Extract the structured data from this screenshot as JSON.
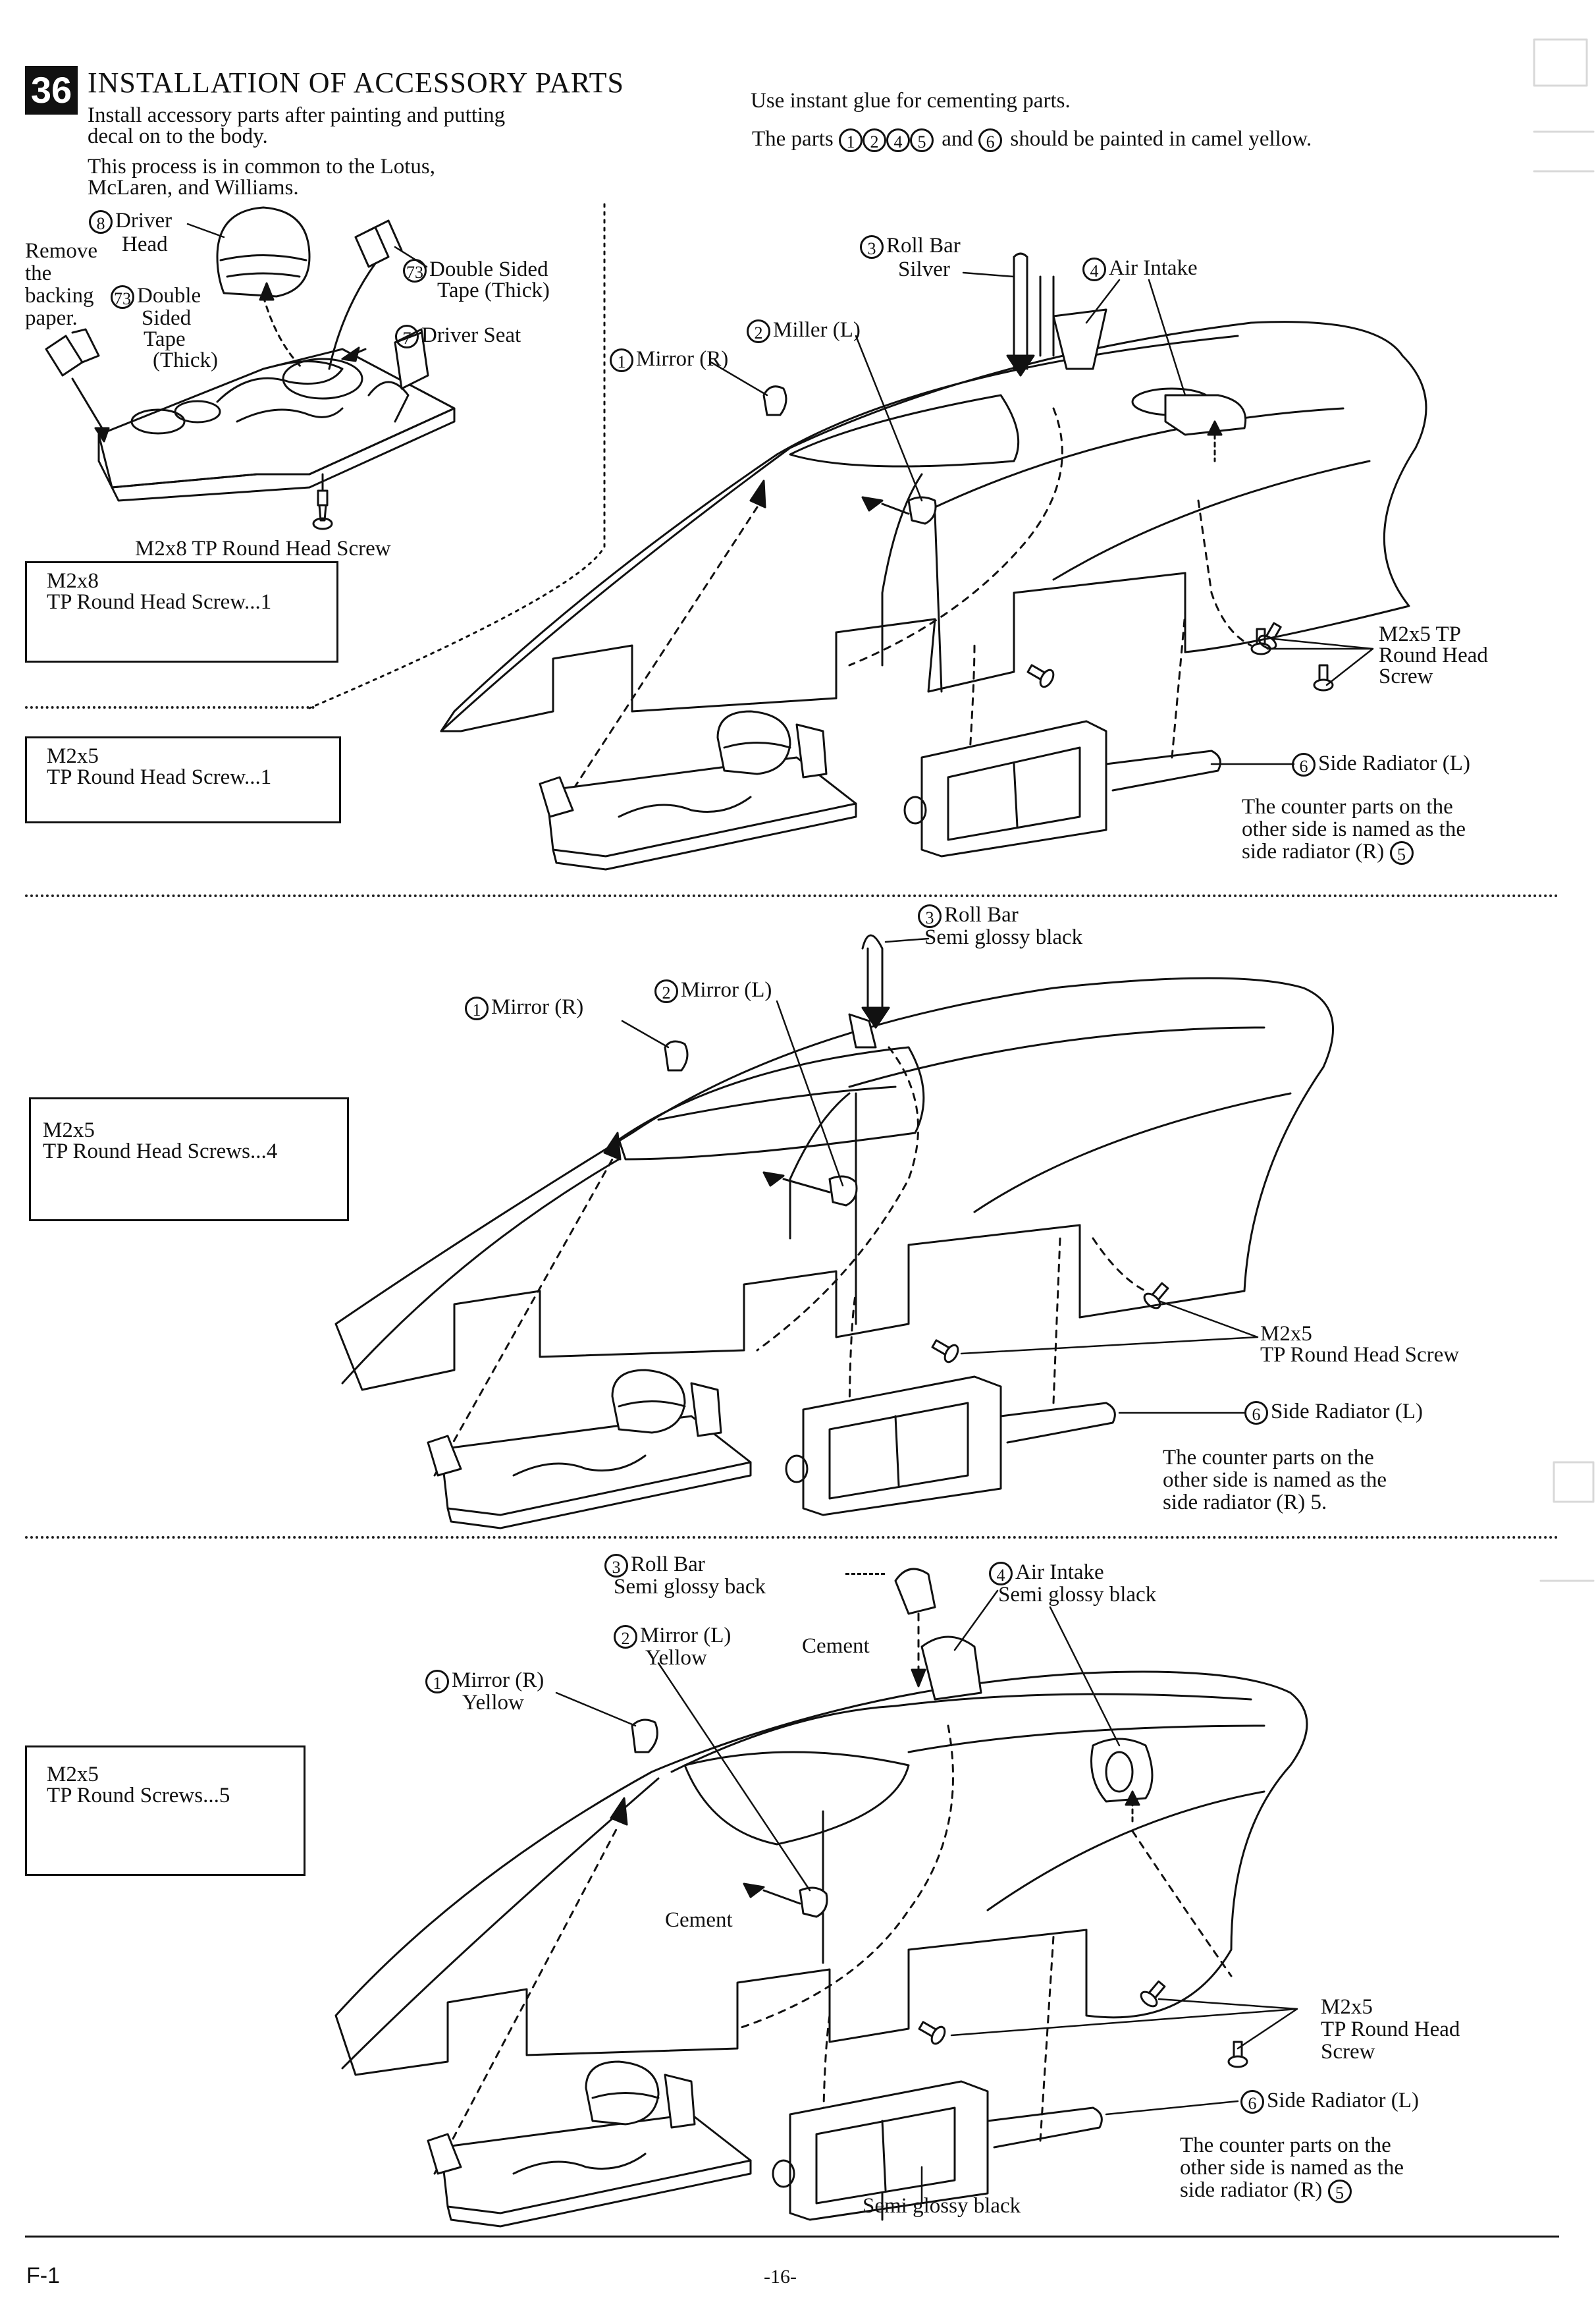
{
  "header": {
    "step_number": "36",
    "title": "INSTALLATION OF ACCESSORY PARTS",
    "intro_line1": "Install accessory parts after painting and putting",
    "intro_line2": "decal on to the body.",
    "common_line1": "This process is in common to the Lotus,",
    "common_line2": "McLaren, and Williams.",
    "glue_note": "Use instant glue for cementing parts.",
    "paint_note_pre": "The parts",
    "paint_note_parts": [
      "1",
      "2",
      "4",
      "5"
    ],
    "paint_note_and": "and",
    "paint_note_last": "6",
    "paint_note_post": "should be painted in camel yellow."
  },
  "driver_assembly": {
    "driver_head_num": "8",
    "driver_head_label1": "Driver",
    "driver_head_label2": "Head",
    "remove_backing": [
      "Remove",
      "the",
      "backing",
      "paper."
    ],
    "tape_left_num": "73",
    "tape_left_label": [
      "Double",
      "Sided",
      "Tape",
      "(Thick)"
    ],
    "tape_right_num": "73",
    "tape_right_label1": "Double Sided",
    "tape_right_label2": "Tape (Thick)",
    "seat_num": "7",
    "seat_label": "Driver Seat",
    "screw_label": "M2x8 TP Round Head Screw"
  },
  "screw_boxes": [
    {
      "line1": "M2x8",
      "line2": "TP Round Head Screw...1"
    },
    {
      "line1": "M2x5",
      "line2": "TP Round Head Screw...1"
    },
    {
      "line1": "M2x5",
      "line2": "TP Round Head Screws...4"
    },
    {
      "line1": "M2x5",
      "line2": "TP Round Screws...5"
    }
  ],
  "panel1": {
    "roll_bar_num": "3",
    "roll_bar_label": "Roll Bar",
    "roll_bar_color": "Silver",
    "air_intake_num": "4",
    "air_intake_label": "Air Intake",
    "miller_num": "2",
    "miller_label": "Miller (L)",
    "mirror_num": "1",
    "mirror_label": "Mirror (R)",
    "screw_label1": "M2x5 TP",
    "screw_label2": "Round Head",
    "screw_label3": "Screw",
    "radiator_num": "6",
    "radiator_label": "Side Radiator (L)",
    "counter1": "The counter parts on the",
    "counter2": "other side is named as the",
    "counter3": "side radiator (R)",
    "counter_num": "5"
  },
  "panel2": {
    "roll_bar_num": "3",
    "roll_bar_label": "Roll Bar",
    "roll_bar_color": "Semi glossy black",
    "mirror_l_num": "2",
    "mirror_l_label": "Mirror (L)",
    "mirror_r_num": "1",
    "mirror_r_label": "Mirror (R)",
    "screw_label1": "M2x5",
    "screw_label2": "TP Round Head Screw",
    "radiator_num": "6",
    "radiator_label": "Side Radiator (L)",
    "counter1": "The counter parts on the",
    "counter2": "other side is named as the",
    "counter3": "side radiator (R) 5."
  },
  "panel3": {
    "roll_bar_num": "3",
    "roll_bar_label": "Roll Bar",
    "roll_bar_color": "Semi glossy back",
    "air_intake_num": "4",
    "air_intake_label": "Air Intake",
    "air_intake_color": "Semi glossy black",
    "mirror_l_num": "2",
    "mirror_l_label": "Mirror (L)",
    "mirror_l_color": "Yellow",
    "mirror_r_num": "1",
    "mirror_r_label": "Mirror (R)",
    "mirror_r_color": "Yellow",
    "cement_top": "Cement",
    "cement_mid": "Cement",
    "screw_label1": "M2x5",
    "screw_label2": "TP Round Head",
    "screw_label3": "Screw",
    "radiator_num": "6",
    "radiator_label": "Side Radiator (L)",
    "counter1": "The counter parts on the",
    "counter2": "other side is named as the",
    "counter3": "side radiator (R)",
    "counter_num": "5",
    "bottom_color": "Semi glossy black"
  },
  "footer": {
    "page_code": "F-1",
    "page_number": "-16-"
  }
}
